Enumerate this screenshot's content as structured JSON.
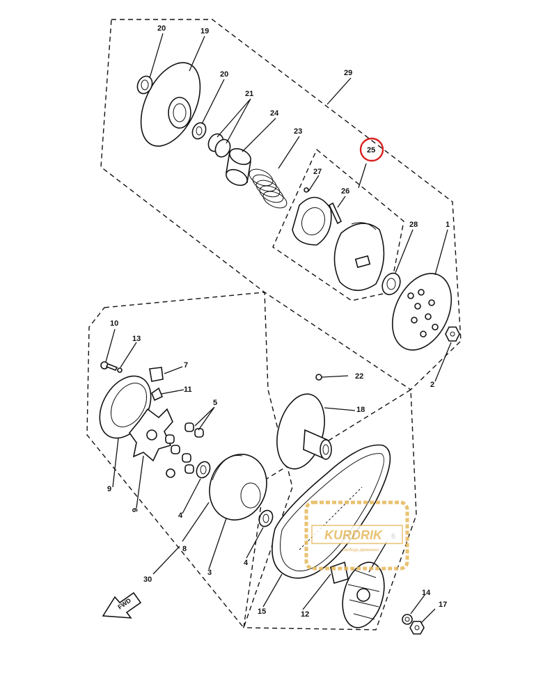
{
  "labels": {
    "p1": "1",
    "p2": "2",
    "p3": "3",
    "p4a": "4",
    "p4b": "4",
    "p5": "5",
    "p6a": "6",
    "p6b": "6",
    "p7": "7",
    "p8": "8",
    "p9": "9",
    "p10": "10",
    "p11": "11",
    "p12": "12",
    "p13": "13",
    "p14": "14",
    "p15": "15",
    "p17": "17",
    "p18": "18",
    "p19": "19",
    "p20a": "20",
    "p20b": "20",
    "p21": "21",
    "p22": "22",
    "p23": "23",
    "p24": "24",
    "p25": "25",
    "p26": "26",
    "p27": "27",
    "p28": "28",
    "p29": "29",
    "p30": "30"
  },
  "fwd_label": "FWD",
  "watermark": {
    "brand": "KURDRIK",
    "tagline": "свобода движения"
  },
  "colors": {
    "line": "#111111",
    "highlight_circle": "#d81e1e",
    "watermark": "#e6b85a"
  }
}
